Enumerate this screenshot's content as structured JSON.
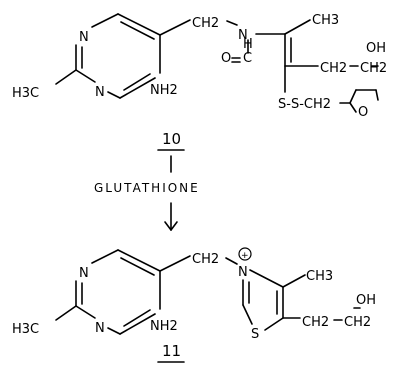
{
  "reactant": {
    "number": "10",
    "atoms": {
      "ring_n_top": "N",
      "ring_n_bottom": "N",
      "methyl": "H3C",
      "amino": "NH2",
      "bridge_ch2": "CH2",
      "amide_n": "N",
      "formyl_c": "C",
      "formyl_h": "H",
      "formyl_o": "O",
      "vinyl_ch3": "CH3",
      "side_ch2a": "CH2",
      "side_ch2b": "CH2",
      "side_oh": "OH",
      "disulfide": "S-S-CH2",
      "thf_o": "O"
    }
  },
  "reagent": "GLUTATHIONE",
  "product": {
    "number": "11",
    "atoms": {
      "ring_n_top": "N",
      "ring_n_bottom": "N",
      "methyl": "H3C",
      "amino": "NH2",
      "bridge_ch2": "CH2",
      "thiazolium_n": "N",
      "charge": "+",
      "thiazole_s": "S",
      "ring_ch3": "CH3",
      "side_ch2a": "CH2",
      "side_ch2b": "CH2",
      "side_oh": "OH"
    }
  },
  "colors": {
    "ink": "#000000",
    "background": "#ffffff"
  }
}
